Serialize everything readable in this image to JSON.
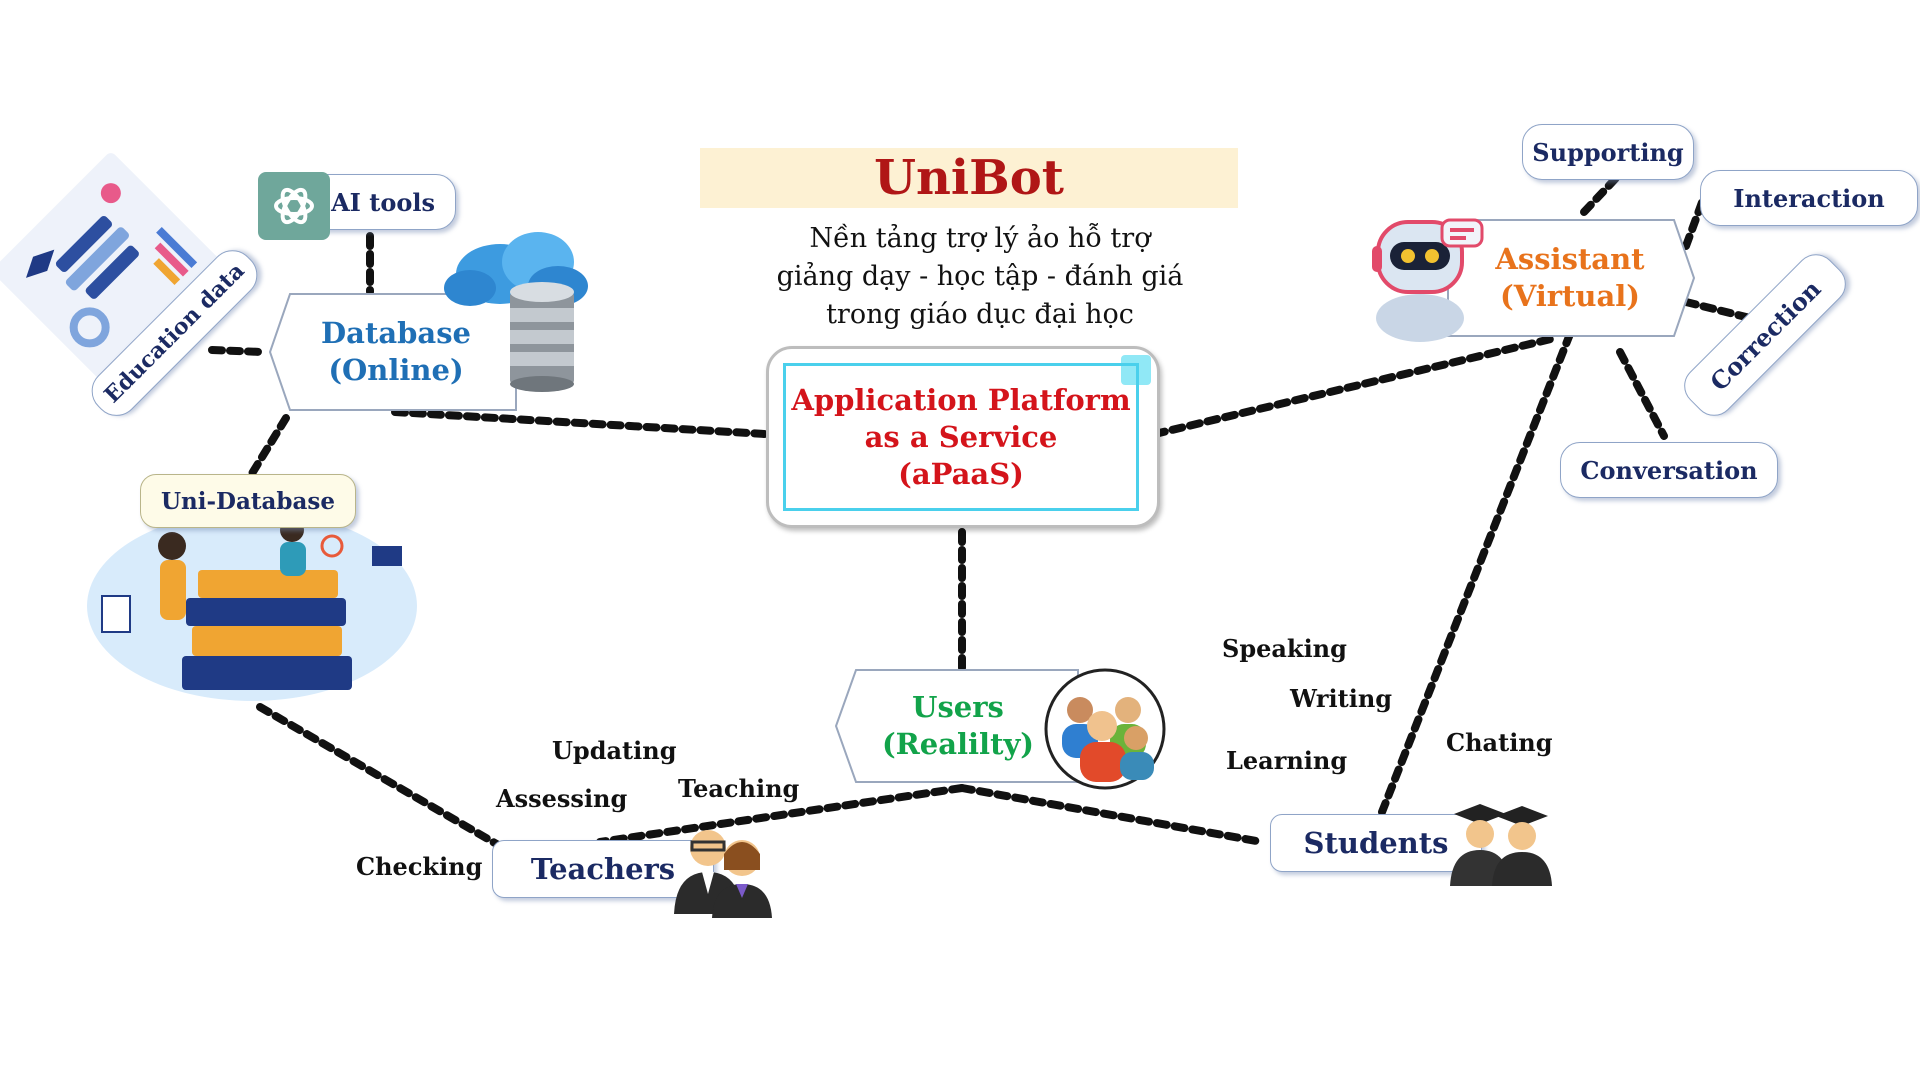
{
  "header": {
    "title": "UniBot",
    "subtitle_lines": [
      "Nền tảng trợ lý ảo hỗ trợ",
      "giảng dạy - học tập - đánh giá",
      "trong giáo dục đại học"
    ]
  },
  "core": {
    "lines": [
      "Application Platform",
      "as a Service",
      "(aPaaS)"
    ]
  },
  "database": {
    "lines": [
      "Database",
      "(Online)"
    ]
  },
  "ai_tools": {
    "label": "AI tools"
  },
  "education_data": {
    "label": "Education data"
  },
  "uni_database": {
    "label": "Uni-Database"
  },
  "assistant": {
    "lines": [
      "Assistant",
      "(Virtual)"
    ]
  },
  "assistant_features": {
    "supporting": "Supporting",
    "interaction": "Interaction",
    "correction": "Correction",
    "conversation": "Conversation"
  },
  "users": {
    "lines": [
      "Users",
      "(Realilty)"
    ]
  },
  "teachers": {
    "label": "Teachers",
    "activities": {
      "updating": "Updating",
      "assessing": "Assessing",
      "teaching": "Teaching",
      "checking": "Checking"
    }
  },
  "students": {
    "label": "Students",
    "activities": {
      "speaking": "Speaking",
      "writing": "Writing",
      "learning": "Learning",
      "chating": "Chating"
    }
  },
  "colors": {
    "title_red": "#b01616",
    "core_red": "#d4141b",
    "database_blue": "#1f6fb5",
    "assistant_orange": "#e8731c",
    "users_green": "#12a34a",
    "navy": "#1b2a63",
    "banner": "#fdf1d3",
    "core_border": "#4ad0ec"
  }
}
